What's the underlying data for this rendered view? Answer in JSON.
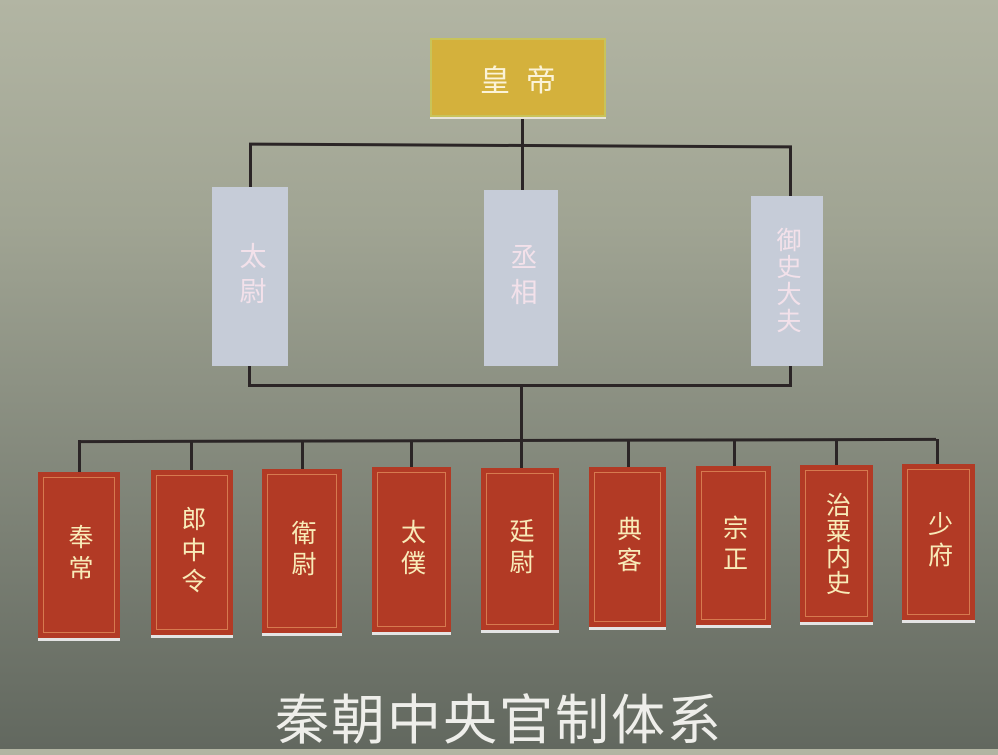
{
  "top": {
    "label": "皇帝"
  },
  "ministers": [
    {
      "label": "太尉"
    },
    {
      "label": "丞相"
    },
    {
      "label": "御史大夫"
    }
  ],
  "officials": [
    {
      "label": "奉常"
    },
    {
      "label": "郎中令"
    },
    {
      "label": "衛尉"
    },
    {
      "label": "太僕"
    },
    {
      "label": "廷尉"
    },
    {
      "label": "典客"
    },
    {
      "label": "宗正"
    },
    {
      "label": "治粟内史"
    },
    {
      "label": "少府"
    }
  ],
  "title": "秦朝中央官制体系",
  "colors": {
    "emperor": "#d4b13c",
    "minister": "#c6ccd8",
    "official": "#b23a25"
  }
}
